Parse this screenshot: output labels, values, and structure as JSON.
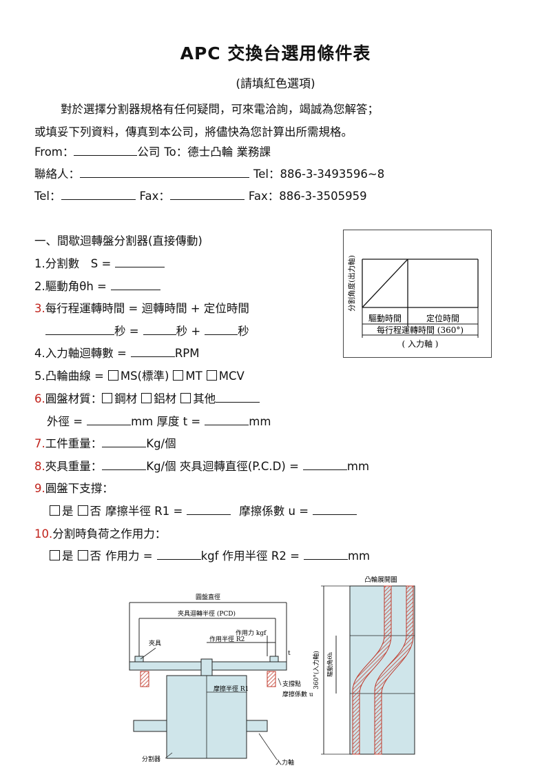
{
  "header": {
    "title": "APC 交換台選用條件表",
    "subtitle": "(請填紅色選項)"
  },
  "intro": {
    "line1": "對於選擇分割器規格有任何疑問，可來電洽詢，竭誠為您解答；",
    "line2": "或填妥下列資料，傳真到本公司，將儘快為您計算出所需規格。"
  },
  "contact": {
    "from_label": "From：",
    "company_suffix": "公司",
    "to_text": "To：德士凸輪  業務課",
    "person_label": "聯絡人：",
    "our_tel": "Tel：886-3-3493596~8",
    "tel_label": "Tel：",
    "fax_label": "Fax：",
    "our_fax": "Fax：886-3-3505959"
  },
  "section": {
    "heading": "一、間歇迴轉盤分割器(直接傳動)"
  },
  "items": {
    "i1": "1.分割數　S =",
    "i2": "2.驅動角θh =",
    "i3_num": "3.",
    "i3": "每行程運轉時間 = 迴轉時間 + 定位時間",
    "i3_sec1": "秒 =",
    "i3_sec2": "秒 +",
    "i3_sec3": "秒",
    "i4": "4.入力軸迴轉數 =",
    "i4_unit": "RPM",
    "i5": "5.凸輪曲線 =",
    "i5_opt1": "MS(標準)",
    "i5_opt2": "MT",
    "i5_opt3": "MCV",
    "i6_num": "6.",
    "i6": "圓盤材質：",
    "i6_opt1": "鋼材",
    "i6_opt2": "鋁材",
    "i6_opt3": "其他",
    "i6b_od": "外徑 =",
    "i6b_mm1": "mm  厚度 t =",
    "i6b_mm2": "mm",
    "i7_num": "7.",
    "i7": "工件重量：",
    "i7_unit": "Kg/個",
    "i8_num": "8.",
    "i8": "夾具重量：",
    "i8_unit": "Kg/個  夾具迴轉直徑(P.C.D) =",
    "i8_mm": "mm",
    "i9_num": "9.",
    "i9": "圓盤下支撐：",
    "i9_yes": "是",
    "i9_no": "否",
    "i9_r1": "摩擦半徑 R1 =",
    "i9_u": "摩擦係數 u =",
    "i10_num": "10.",
    "i10": "分割時負荷之作用力：",
    "i10_yes": "是",
    "i10_no": "否",
    "i10_force": "作用力 =",
    "i10_kgf": "kgf  作用半徑 R2 =",
    "i10_mm": "mm"
  },
  "timing_diagram": {
    "ylabel": "分割角度(出力軸)",
    "drive_time": "驅動時間",
    "dwell_time": "定位時間",
    "cycle_time": "每行程運轉時間 (360°)",
    "input_shaft": "( 入力軸 )"
  },
  "table_diagram": {
    "disc_diameter": "圓盤直徑",
    "pcd": "夾具迴轉半徑 (PCD)",
    "force_label": "作用力 kgf",
    "r2_label": "作用半徑 R2",
    "fixture": "夾具",
    "thickness": "t",
    "friction_radius": "摩擦半徑 R1",
    "support": "支撐點",
    "friction_coef": "摩擦係數 u",
    "indexer": "分割器",
    "input_shaft": "入力軸"
  },
  "cam_diagram": {
    "title": "凸輪展開圖",
    "angle_label": "360°(入力軸)",
    "drive_angle": "驅動角θh"
  }
}
